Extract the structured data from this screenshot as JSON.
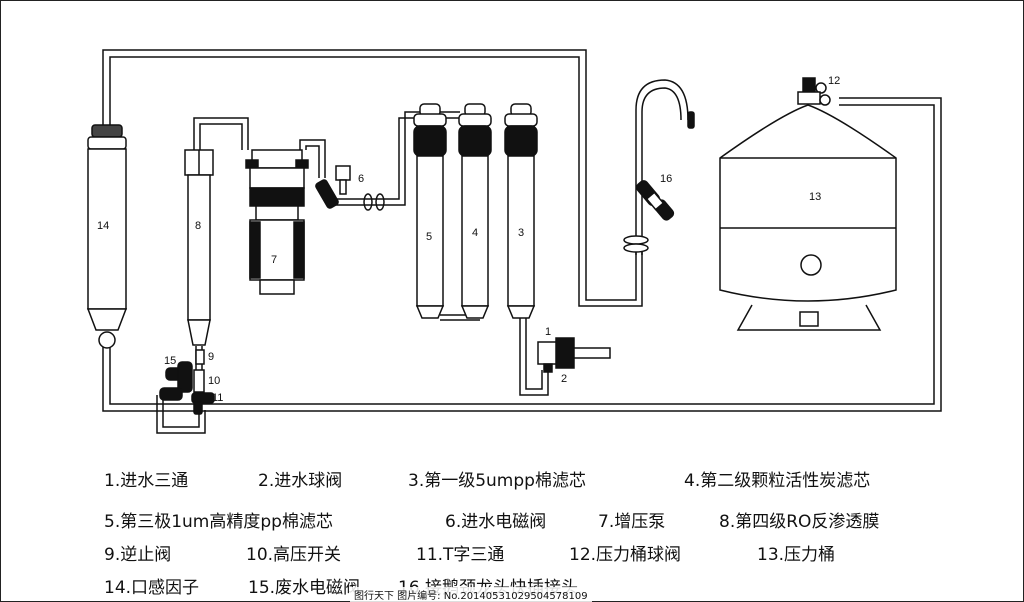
{
  "component_numbers": {
    "c1": "1",
    "c2": "2",
    "c3": "3",
    "c4": "4",
    "c5": "5",
    "c6": "6",
    "c7": "7",
    "c8": "8",
    "c9": "9",
    "c10": "10",
    "c11": "11",
    "c12": "12",
    "c13": "13",
    "c14": "14",
    "c15": "15",
    "c16": "16"
  },
  "legend": [
    [
      "1.进水三通",
      "2.进水球阀",
      "3.第一级5umpp棉滤芯",
      "4.第二级颗粒活性炭滤芯"
    ],
    [
      "5.第三极1um高精度pp棉滤芯",
      "6.进水电磁阀",
      "7.增压泵",
      "8.第四级RO反渗透膜"
    ],
    [
      "9.逆止阀",
      "10.高压开关",
      "11.T字三通",
      "12.压力桶球阀",
      "13.压力桶"
    ],
    [
      "14.口感因子",
      "15.废水电磁阀",
      "16.接鹅颈龙头快插接头"
    ]
  ],
  "watermark": "图行天下  图片编号: No.20140531029504578109"
}
